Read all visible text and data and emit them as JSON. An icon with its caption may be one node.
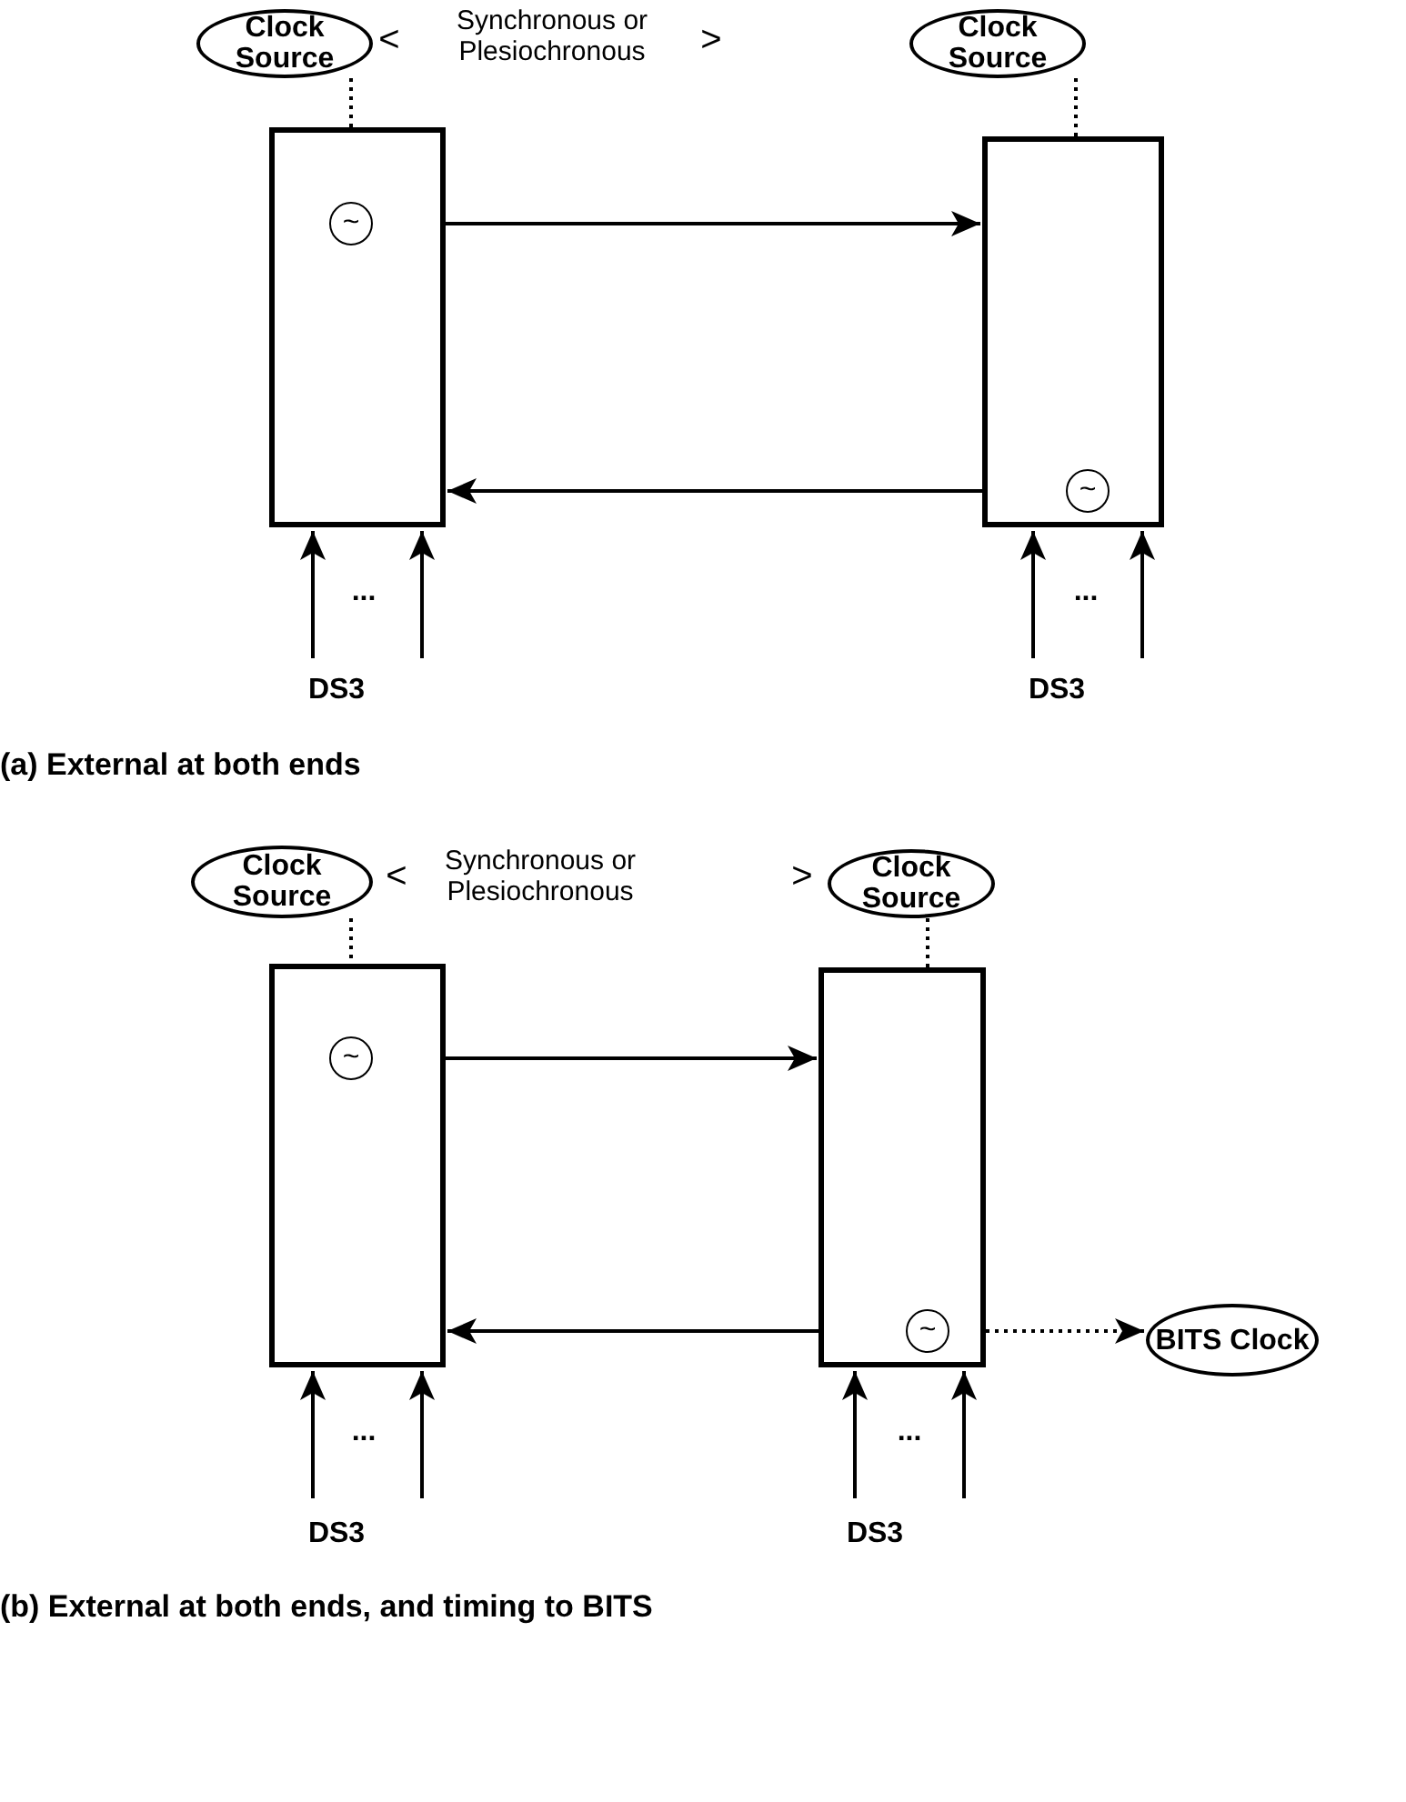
{
  "diagram": {
    "nodes": [
      {
        "text": [
          "Clock Source"
        ]
      },
      {
        "text": [
          "Clock Source"
        ]
      },
      {
        "text": [],
        "shape": "box"
      },
      {
        "text": [
          "~"
        ],
        "in": 2
      },
      {
        "text": [],
        "shape": "box"
      },
      {
        "text": [
          "~"
        ],
        "in": 4
      },
      {
        "text": [
          "Clock Source"
        ]
      },
      {
        "text": [
          "Clock Source"
        ]
      },
      {
        "text": [],
        "shape": "box"
      },
      {
        "text": [
          "~"
        ],
        "in": 8
      },
      {
        "text": [],
        "shape": "box"
      },
      {
        "text": [
          "~"
        ],
        "in": 10
      },
      {
        "text": [
          "BITS Clock"
        ]
      }
    ],
    "edges": [
      {
        "from": 0,
        "to": 3,
        "arrow": "to",
        "style": "dashed"
      },
      {
        "from": 3,
        "to": 4,
        "arrow": "to"
      },
      {
        "from": 1,
        "to": 5,
        "arrow": "to",
        "style": "dashed"
      },
      {
        "from": 5,
        "to": 2,
        "arrow": "to"
      },
      {
        "from": null,
        "to": 2,
        "arrow": "to"
      },
      {
        "from": null,
        "to": 2,
        "arrow": "to"
      },
      {
        "from": null,
        "to": 4,
        "arrow": "to"
      },
      {
        "from": null,
        "to": 4,
        "arrow": "to"
      },
      {
        "from": 6,
        "to": 9,
        "arrow": "to",
        "style": "dashed"
      },
      {
        "from": 9,
        "to": 10,
        "arrow": "to"
      },
      {
        "from": 7,
        "to": 11,
        "arrow": "to",
        "style": "dashed"
      },
      {
        "from": 11,
        "to": 8,
        "arrow": "to"
      },
      {
        "from": 11,
        "to": 12,
        "arrow": "to",
        "style": "dashed"
      },
      {
        "from": null,
        "to": 8,
        "arrow": "to"
      },
      {
        "from": null,
        "to": 8,
        "arrow": "to"
      },
      {
        "from": null,
        "to": 10,
        "arrow": "to"
      },
      {
        "from": null,
        "to": 10,
        "arrow": "to"
      }
    ],
    "labels": [
      "<",
      "Synchronous or Plesiochronous",
      ">",
      "...",
      "...",
      "DS3",
      "DS3",
      "(a) External at both ends",
      "<",
      "Synchronous or Plesiochronous",
      ">",
      "...",
      "...",
      "DS3",
      "DS3",
      "(b) External at both ends, and timing to BITS"
    ]
  }
}
